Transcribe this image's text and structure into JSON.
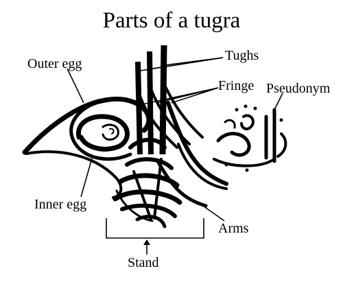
{
  "title": "Parts of a tugra",
  "labels": {
    "outer_egg": "Outer egg",
    "tughs": "Tughs",
    "fringe": "Fringe",
    "pseudonym": "Pseudonym",
    "inner_egg": "Inner egg",
    "arms": "Arms",
    "stand": "Stand"
  },
  "colors": {
    "ink": "#000000",
    "background": "#ffffff"
  }
}
